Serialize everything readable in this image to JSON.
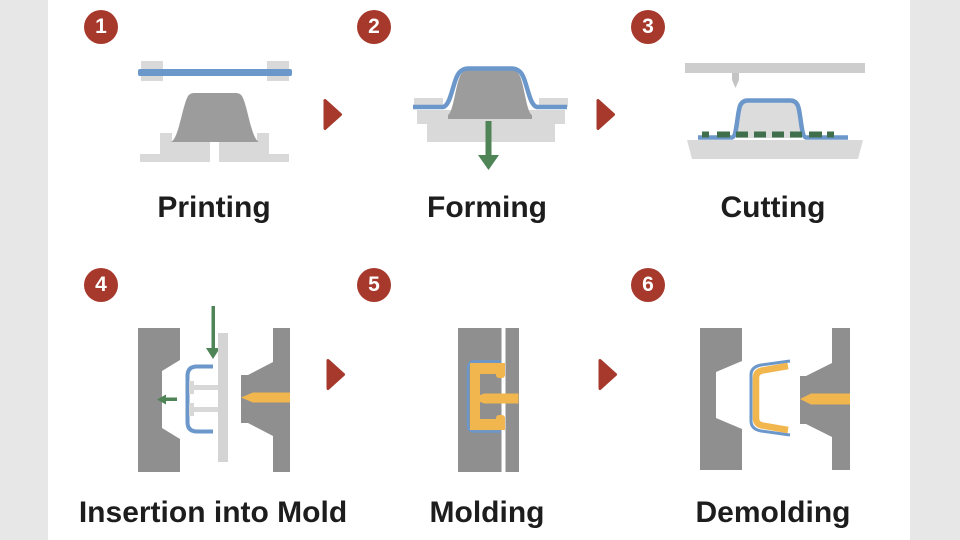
{
  "colors": {
    "page_bg": "#ffffff",
    "side_strip": "#e7e7e7",
    "accent_red": "#a6392c",
    "film_blue": "#6b97cb",
    "mold_gray": "#8f8f8f",
    "buck_gray": "#9c9c9c",
    "fixture_gray": "#d9d9d9",
    "fixture_gray_dark": "#cdcdcd",
    "dome_fill": "#dcdcdc",
    "blade_gray": "#c4c4c4",
    "pin_gray": "#d8d8d8",
    "plate_gray": "#d4d4d4",
    "resin_yellow": "#f1b64e",
    "arrow_green": "#4f8457",
    "dash_green": "#3f6f4b",
    "label_color": "#1d1d1d"
  },
  "diagram": {
    "type": "process-flow",
    "rows": 2,
    "columns": 3,
    "steps": [
      {
        "number": "1",
        "label": "Printing",
        "icon": "film-clamped-over-buck"
      },
      {
        "number": "2",
        "label": "Forming",
        "icon": "film-formed-over-buck-down-arrow"
      },
      {
        "number": "3",
        "label": "Cutting",
        "icon": "blade-over-formed-film-dashed-cutline"
      },
      {
        "number": "4",
        "label": "Insertion into Mold",
        "icon": "formed-film-inserted-between-mold-halves"
      },
      {
        "number": "5",
        "label": "Molding",
        "icon": "closed-mold-with-injected-resin"
      },
      {
        "number": "6",
        "label": "Demolding",
        "icon": "opened-mold-with-finished-part"
      }
    ]
  }
}
